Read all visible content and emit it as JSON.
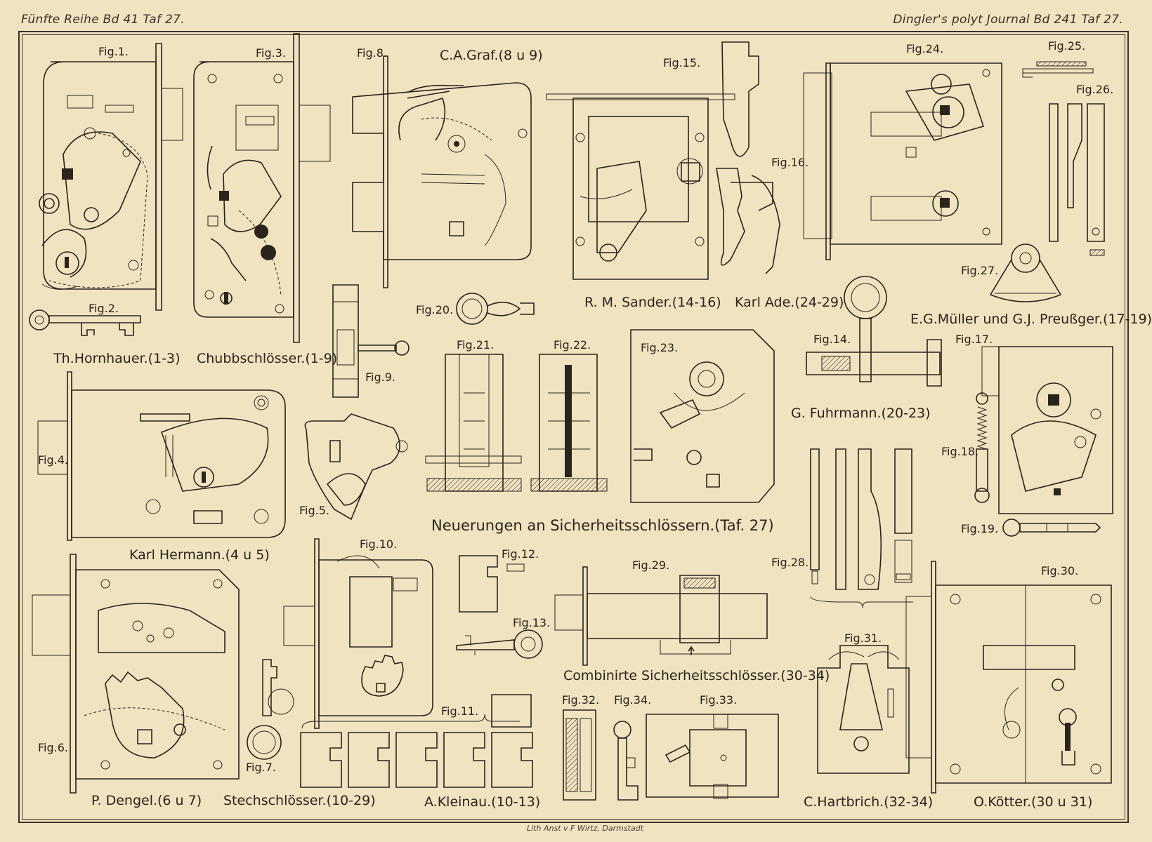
{
  "header": {
    "left": "Fünfte Reihe Bd 41 Taf 27.",
    "right": "Dingler's polyt Journal Bd 241 Taf 27."
  },
  "title": "Neuerungen an Sicherheitsschlössern.(Taf. 27)",
  "imprint": "Lith Anst v F Wirtz, Darmstadt",
  "figures": {
    "f1": "Fig.1.",
    "f2": "Fig.2.",
    "f3": "Fig.3.",
    "f4": "Fig.4.",
    "f5": "Fig.5.",
    "f6": "Fig.6.",
    "f7": "Fig.7.",
    "f8": "Fig.8.",
    "f9": "Fig.9.",
    "f10": "Fig.10.",
    "f11": "Fig.11.",
    "f12": "Fig.12.",
    "f13": "Fig.13.",
    "f14": "Fig.14.",
    "f15": "Fig.15.",
    "f16": "Fig.16.",
    "f17": "Fig.17.",
    "f18": "Fig.18.",
    "f19": "Fig.19.",
    "f20": "Fig.20.",
    "f21": "Fig.21.",
    "f22": "Fig.22.",
    "f23": "Fig.23.",
    "f24": "Fig.24.",
    "f25": "Fig.25.",
    "f26": "Fig.26.",
    "f27": "Fig.27.",
    "f28": "Fig.28.",
    "f29": "Fig.29.",
    "f30": "Fig.30.",
    "f31": "Fig.31.",
    "f32": "Fig.32.",
    "f33": "Fig.33.",
    "f34": "Fig.34."
  },
  "captions": {
    "hornhauer": "Th.Hornhauer.(1-3)",
    "chubb": "Chubbschlösser.(1-9)",
    "graf": "C.A.Graf.(8 u 9)",
    "sander": "R. M. Sander.(14-16)",
    "ade": "Karl Ade.(24-29)",
    "mueller": "E.G.Müller und G.J. Preußger.(17-19)",
    "hermann": "Karl Hermann.(4 u 5)",
    "fuhrmann": "G. Fuhrmann.(20-23)",
    "dengel": "P. Dengel.(6 u 7)",
    "stech": "Stechschlösser.(10-29)",
    "kleinau": "A.Kleinau.(10-13)",
    "combinirte": "Combinirte Sicherheitsschlösser.(30-34)",
    "hartbrich": "C.Hartbrich.(32-34)",
    "koetter": "O.Kötter.(30 u 31)"
  }
}
